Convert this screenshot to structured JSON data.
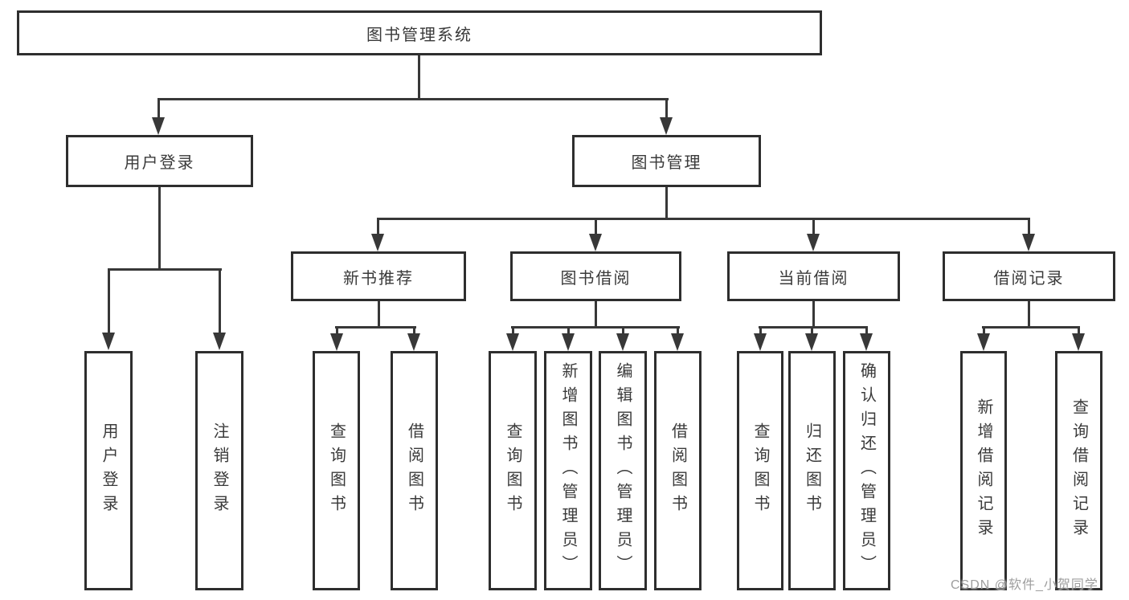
{
  "tree": {
    "root": "图书管理系统",
    "level2": [
      {
        "label": "用户登录",
        "children": [
          "用户登录",
          "注销登录"
        ]
      },
      {
        "label": "图书管理",
        "children": [
          {
            "label": "新书推荐",
            "children": [
              "查询图书",
              "借阅图书"
            ]
          },
          {
            "label": "图书借阅",
            "children": [
              "查询图书",
              "新增图书（管理员）",
              "编辑图书（管理员）",
              "借阅图书"
            ]
          },
          {
            "label": "当前借阅",
            "children": [
              "查询图书",
              "归还图书",
              "确认归还（管理员）"
            ]
          },
          {
            "label": "借阅记录",
            "children": [
              "新增借阅记录",
              "查询借阅记录"
            ]
          }
        ]
      }
    ]
  },
  "watermark": {
    "text": "CSDN @软件_小贺同学"
  },
  "colors": {
    "line": "#383838",
    "box_border": "#2e2e2e",
    "text": "#3a3a3a",
    "watermark": "#9e9e9e",
    "background": "#ffffff"
  }
}
